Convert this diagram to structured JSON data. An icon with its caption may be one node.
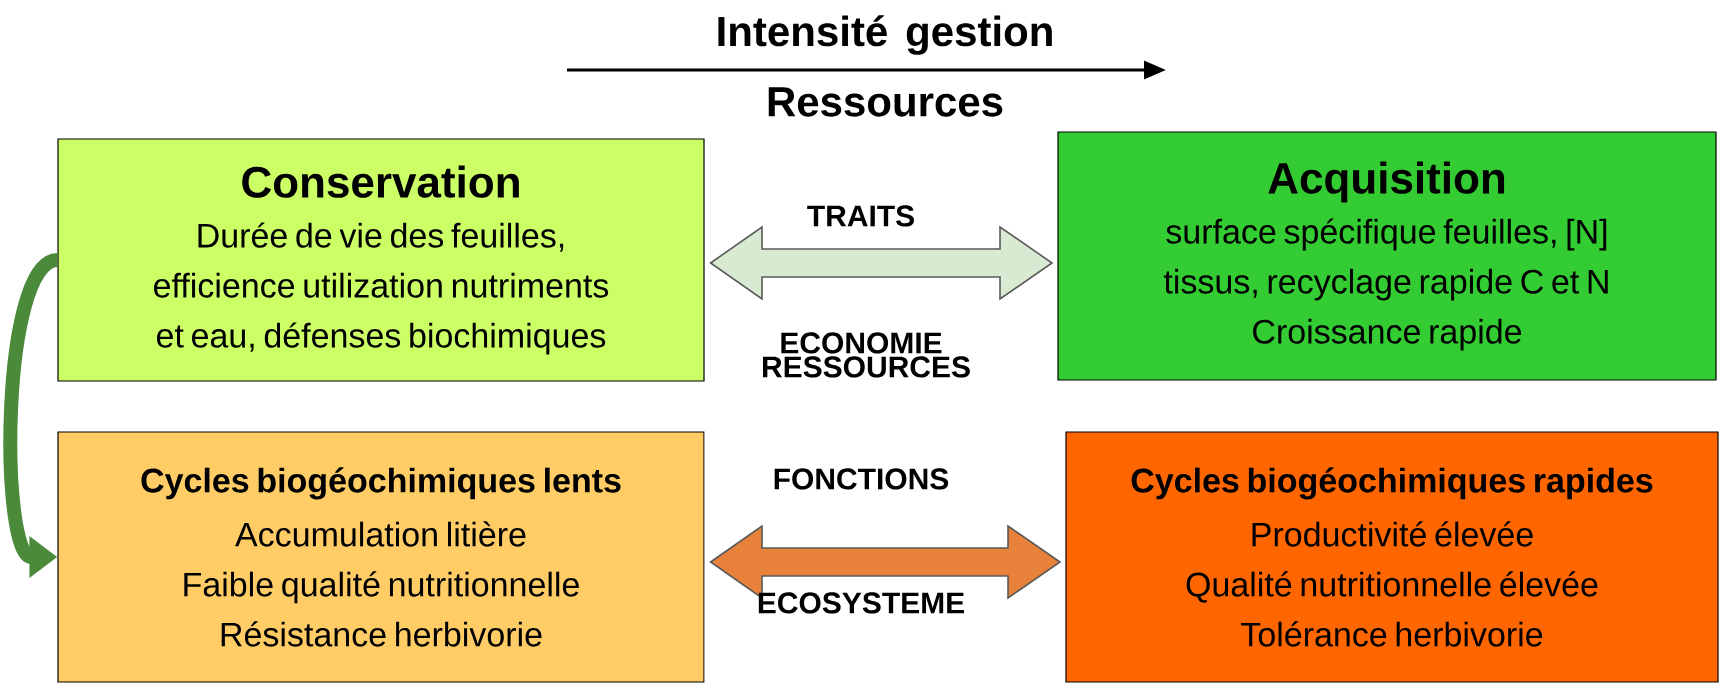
{
  "diagram": {
    "nodes": [
      {
        "text": [
          "Conservation",
          "Durée de vie des feuilles, efficience utilization nutriments et eau, défenses biochimiques"
        ]
      },
      {
        "text": [
          "Acquisition",
          "surface spécifique feuilles, [N] tissus, recyclage rapide C et N",
          "Croissance rapide"
        ]
      },
      {
        "text": [
          "Cycles biogéochimiques lents",
          "Accumulation litière",
          "Faible qualité nutritionnelle",
          "Résistance herbivorie"
        ]
      },
      {
        "text": [
          "Cycles biogéochimiques rapides",
          "Productivité élevée",
          "Qualité nutritionnelle élevée",
          "Tolérance herbivorie"
        ]
      }
    ],
    "edges": [
      {
        "from": 0,
        "to": 1,
        "arrow": "both",
        "color": "#d9ead3"
      },
      {
        "from": 2,
        "to": 3,
        "arrow": "both",
        "color": "#e8823a"
      },
      {
        "from": 0,
        "to": 2,
        "arrow": "to",
        "color": "#4a8a3a"
      }
    ],
    "labels": [
      "Intensité gestion",
      "Ressources",
      "TRAITS",
      "ECONOMIE RESSOURCES",
      "FONCTIONS",
      "ECOSYSTEME"
    ]
  }
}
